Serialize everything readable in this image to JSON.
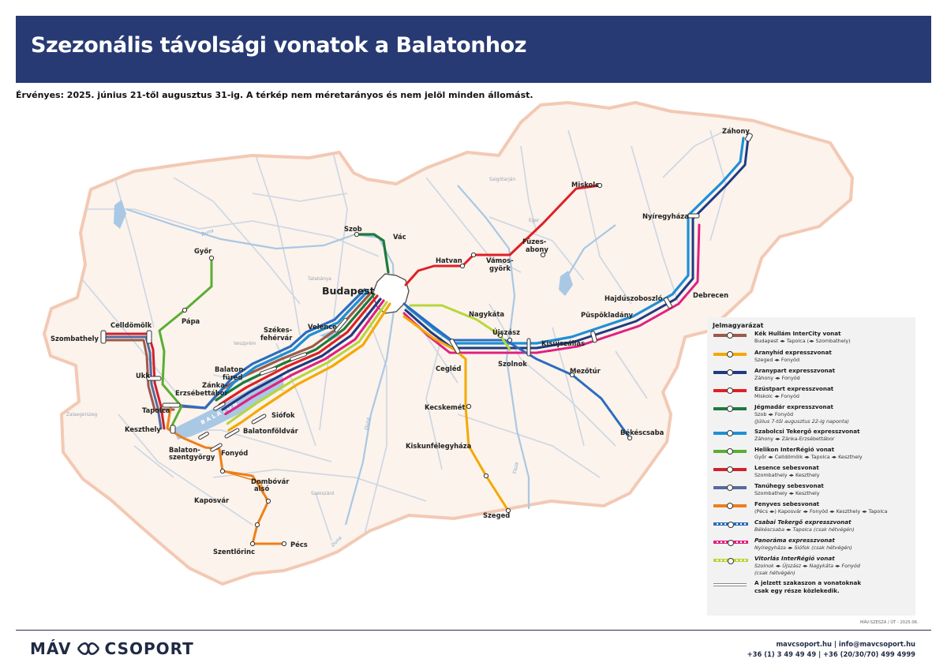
{
  "header": {
    "title": "Szezonális távolsági vonatok a Balatonhoz",
    "validity": "Érvényes: 2025. június 21-től augusztus 31-ig. A térkép nem méretarányos és nem jelöl minden állomást."
  },
  "map": {
    "stations": {
      "zahony": "Záhony",
      "miskolc": "Miskolc",
      "nyiregyhaza": "Nyíregyháza",
      "szob": "Szob",
      "vac": "Vác",
      "hatvan": "Hatvan",
      "vamosgyork_1": "Vámos-",
      "vamosgyork_2": "györk",
      "fuzesabony_1": "Füzes-",
      "fuzesabony_2": "abony",
      "budapest": "Budapest",
      "hajduszoboszlo": "Hajdúszoboszló",
      "debrecen": "Debrecen",
      "puspokladany": "Püspökladány",
      "gyor": "Győr",
      "papa": "Pápa",
      "celldomolk": "Celldömölk",
      "szombathely": "Szombathely",
      "nagykata": "Nagykáta",
      "ujszasz": "Újszász",
      "kisujszallas": "Kisújszállás",
      "szolnok": "Szolnok",
      "mezotur": "Mezőtúr",
      "cegled": "Cegléd",
      "szekesfehervar_1": "Székes-",
      "szekesfehervar_2": "fehérvár",
      "velence": "Velence",
      "ukk": "Ukk",
      "balatonfured_1": "Balaton-",
      "balatonfured_2": "füred",
      "zanka_1": "Zánka-",
      "zanka_2": "Erzsébettábor",
      "tapolca": "Tapolca",
      "keszthely": "Keszthely",
      "siofok": "Siófok",
      "balatonfoldvar": "Balatonföldvár",
      "balatonszentgyorgy_1": "Balaton-",
      "balatonszentgyorgy_2": "szentgyörgy",
      "fonyod": "Fonyód",
      "kecskemet": "Kecskemét",
      "bekescsaba": "Békéscsaba",
      "kiskunfelegyhaza": "Kiskunfélegyháza",
      "dombovar_1": "Dombóvár",
      "dombovar_2": "alsó",
      "kaposvar": "Kaposvár",
      "szentlorinc": "Szentlőrinc",
      "pecs": "Pécs",
      "szeged": "Szeged"
    },
    "minor_places": {
      "salgotarjan": "Salgótarján",
      "eger": "Eger",
      "tatabanya": "Tatabánya",
      "veszprem": "Veszprém",
      "zalaegerszeg": "Zalaegerszeg",
      "szekszard": "Szekszárd"
    },
    "rivers": {
      "duna_1": "Duna",
      "duna_2": "Duna",
      "duna_3": "Duna",
      "tisza": "Tisza"
    },
    "lake": "BALATON",
    "colors": {
      "border": "#f3c9b4",
      "land": "#fbf3ec",
      "rail": "#ccd6e3",
      "water": "#a9c8e4",
      "kek_hullam": "#9c5a4a",
      "aranyhid": "#f5a800",
      "aranypart": "#1f3a82",
      "ezustpart": "#e01f26",
      "jegmadar": "#1e7a3a",
      "szabolcsi": "#1e8fd6",
      "helikon": "#5aae32",
      "lesence": "#d0202a",
      "tanuhegy": "#566a9e",
      "fenyves": "#ee7f1a",
      "csabai": "#2b6cbf",
      "panorama": "#e0207f",
      "vitorlas": "#b7d63a"
    }
  },
  "legend": {
    "title": "Jelmagyarázat",
    "items": [
      {
        "name": "Kék Hullám InterCity vonat",
        "route": "Budapest ◂▸ Tapolca (◂▸ Szombathely)",
        "color": "#9c5a4a",
        "style": "solid"
      },
      {
        "name": "Aranyhíd expresszvonat",
        "route": "Szeged ◂▸ Fonyód",
        "color": "#f5a800",
        "style": "solid"
      },
      {
        "name": "Aranypart expresszvonat",
        "route": "Záhony ◂▸ Fonyód",
        "color": "#1f3a82",
        "style": "solid"
      },
      {
        "name": "Ezüstpart expresszvonat",
        "route": "Miskolc ◂▸ Fonyód",
        "color": "#e01f26",
        "style": "solid"
      },
      {
        "name": "Jégmadár expresszvonat",
        "route": "Szob ◂▸ Fonyód",
        "note": "(Július 7-től augusztus 22-ig naponta)",
        "color": "#1e7a3a",
        "style": "solid"
      },
      {
        "name": "Szabolcsi Tekergő expresszvonat",
        "route": "Záhony ◂▸ Zánka-Erzsébettábor",
        "color": "#1e8fd6",
        "style": "solid"
      },
      {
        "name": "Helikon InterRégió vonat",
        "route": "Győr ◂▸ Celldömölk ◂▸ Tapolca ◂▸ Keszthely",
        "color": "#5aae32",
        "style": "solid"
      },
      {
        "name": "Lesence sebesvonat",
        "route": "Szombathely ◂▸ Keszthely",
        "color": "#d0202a",
        "style": "solid"
      },
      {
        "name": "Tanúhegy sebesvonat",
        "route": "Szombathely ◂▸ Keszthely",
        "color": "#566a9e",
        "style": "solid"
      },
      {
        "name": "Fenyves sebesvonat",
        "route": "(Pécs ◂▸) Kaposvár ◂▸ Fonyód ◂▸ Keszthely ◂▸ Tapolca",
        "color": "#ee7f1a",
        "style": "solid"
      },
      {
        "name": "Csabai Tekergő expresszvonat",
        "route": "Békéscsaba ◂▸ Tapolca (csak hétvégén)",
        "color": "#2b6cbf",
        "style": "dotted"
      },
      {
        "name": "Panoráma expresszvonat",
        "route": "Nyíregyháza ◂▸ Siófok (csak hétvégén)",
        "color": "#e0207f",
        "style": "dotted"
      },
      {
        "name": "Vitorlás InterRégió vonat",
        "route": "Szolnok ◂▸ Újszász ◂▸ Nagykáta ◂▸ Fonyód",
        "note": "(csak hétvégén)",
        "color": "#b7d63a",
        "style": "dotted"
      },
      {
        "name": "A jelzett szakaszon a vonatoknak",
        "route": "csak egy része közlekedik.",
        "color": "#888888",
        "style": "double"
      }
    ]
  },
  "credit": "MÁV-SZESZA / ÚT - 2025.06.",
  "footer": {
    "logo_left": "MÁV",
    "logo_right": "CSOPORT",
    "contact_line1": "mavcsoport.hu | info@mavcsoport.hu",
    "contact_line2": "+36 (1) 3 49 49 49 | +36 (20/30/70) 499 4999"
  }
}
